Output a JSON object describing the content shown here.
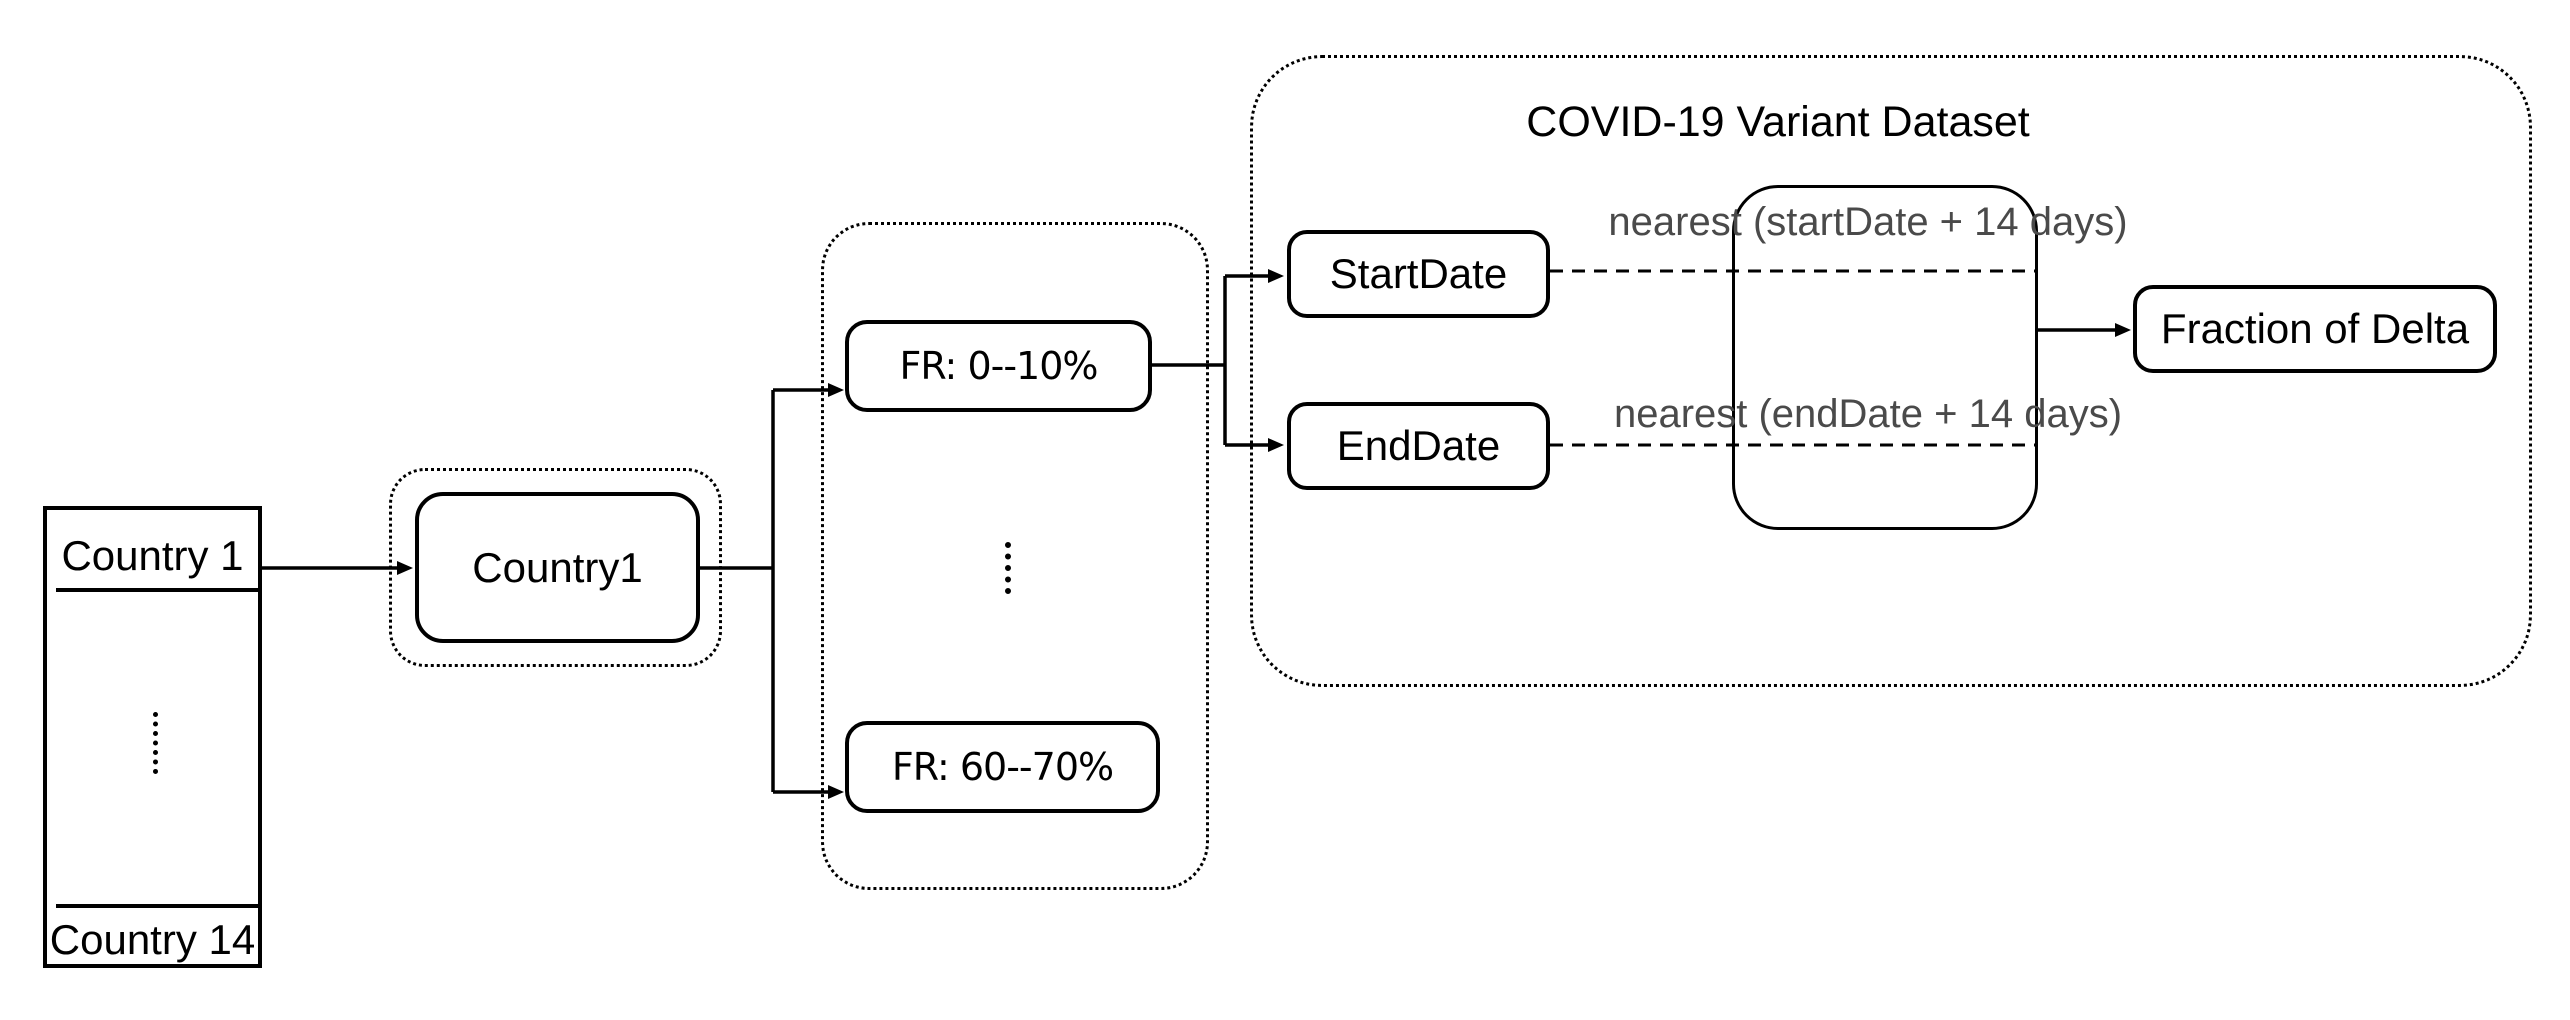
{
  "colors": {
    "stroke": "#000000",
    "edge_label_text": "#4a4a4a",
    "background": "#ffffff"
  },
  "country_list": {
    "top_item": "Country 1",
    "bottom_item": "Country 14"
  },
  "country_group": {
    "node_label": "Country1"
  },
  "fr_group": {
    "top_bin_label": "FR: 0--10%",
    "bottom_bin_label": "FR: 60--70%"
  },
  "dataset_group": {
    "title": "COVID-19 Variant Dataset",
    "start_node_label": "StartDate",
    "end_node_label": "EndDate",
    "start_edge_label": "nearest (startDate + 14 days)",
    "end_edge_label": "nearest (endDate + 14 days)",
    "output_node_label": "Fraction of Delta"
  }
}
